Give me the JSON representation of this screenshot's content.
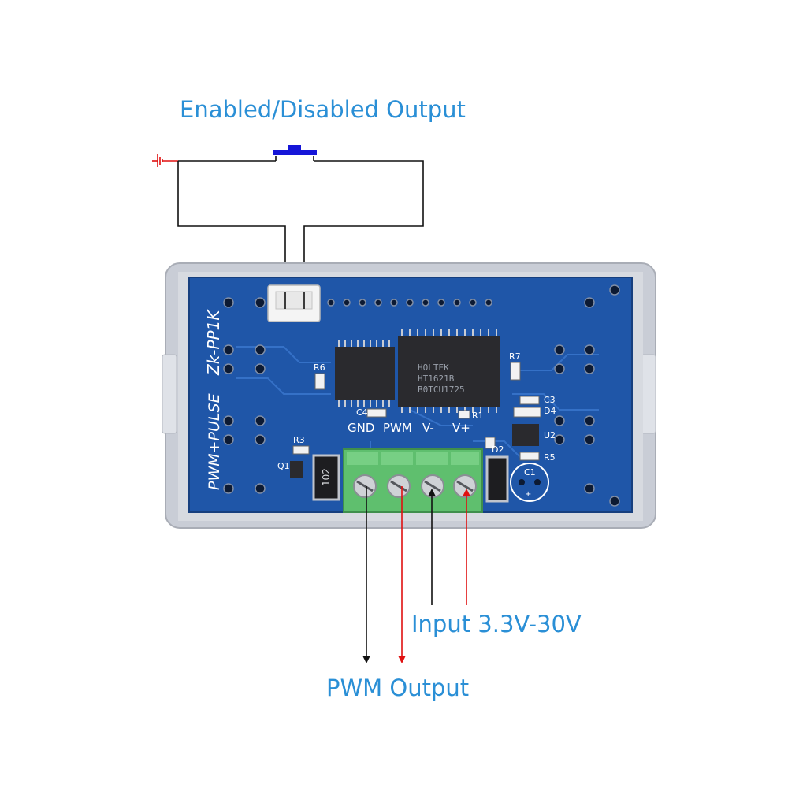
{
  "labels": {
    "switch_output": "Enabled/Disabled Output",
    "input_range": "Input 3.3V-30V",
    "pwm_output": "PWM Output"
  },
  "board": {
    "model": "Zk-PP1K",
    "name": "PWM+PULSE",
    "terminals": [
      "GND",
      "PWM",
      "V-",
      "V+"
    ],
    "chip_main": [
      "HOLTEK",
      "HT1621B",
      "B0TCU1725"
    ],
    "resistor_marking": "102",
    "designators": {
      "r6": "R6",
      "r7": "R7",
      "r3": "R3",
      "r1": "R1",
      "r5": "R5",
      "c4": "C4",
      "c3": "C3",
      "c1": "C1",
      "d4": "D4",
      "d2": "D2",
      "u2": "U2",
      "q1": "Q1",
      "c1_plus": "+"
    }
  },
  "colors": {
    "label": "#2a8fd6",
    "wire_black": "#111111",
    "wire_red": "#e01010",
    "switch": "#1515d8",
    "pcb": "#1f56a8",
    "case": "#c9cdd6",
    "terminal_block": "#5fbf6e"
  },
  "icons": {
    "ground": "ground-icon",
    "switch": "push-button-icon"
  }
}
